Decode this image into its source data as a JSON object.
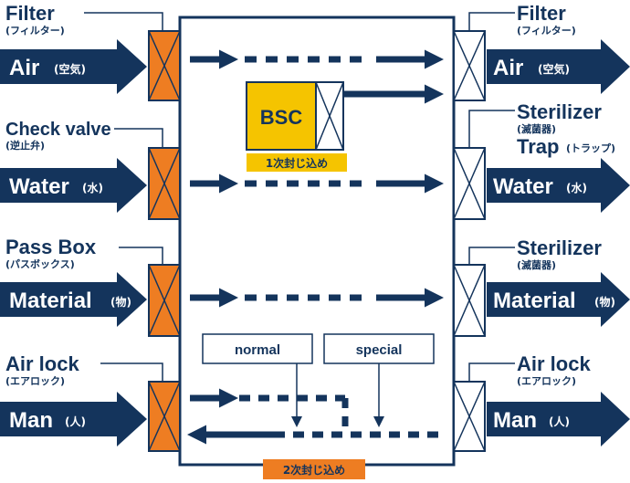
{
  "colors": {
    "navy": "#14345c",
    "orange": "#ee7d22",
    "gold": "#f5c400",
    "white": "#ffffff"
  },
  "left": {
    "filter": {
      "name": "Filter",
      "jp": "(フィルター)"
    },
    "air": {
      "name": "Air",
      "jp": "(空気)"
    },
    "check_valve": {
      "name": "Check valve",
      "jp": "(逆止弁)"
    },
    "water": {
      "name": "Water",
      "jp": "(水)"
    },
    "pass_box": {
      "name": "Pass Box",
      "jp": "(パスボックス)"
    },
    "material": {
      "name": "Material",
      "jp": "(物)"
    },
    "air_lock": {
      "name": "Air lock",
      "jp": "(エアロック)"
    },
    "man": {
      "name": "Man",
      "jp": "(人)"
    }
  },
  "right": {
    "filter": {
      "name": "Filter",
      "jp": "(フィルター)"
    },
    "air": {
      "name": "Air",
      "jp": "(空気)"
    },
    "sterilizer1": {
      "name": "Sterilizer",
      "jp": "(滅菌器)"
    },
    "trap": {
      "name": "Trap",
      "jp": "(トラップ)"
    },
    "water": {
      "name": "Water",
      "jp": "(水)"
    },
    "sterilizer2": {
      "name": "Sterilizer",
      "jp": "(滅菌器)"
    },
    "material": {
      "name": "Material",
      "jp": "(物)"
    },
    "air_lock": {
      "name": "Air lock",
      "jp": "(エアロック)"
    },
    "man": {
      "name": "Man",
      "jp": "(人)"
    }
  },
  "center": {
    "bsc": "BSC",
    "primary_containment": "1次封じ込め",
    "secondary_containment": "2次封じ込め",
    "normal": "normal",
    "special": "special"
  }
}
